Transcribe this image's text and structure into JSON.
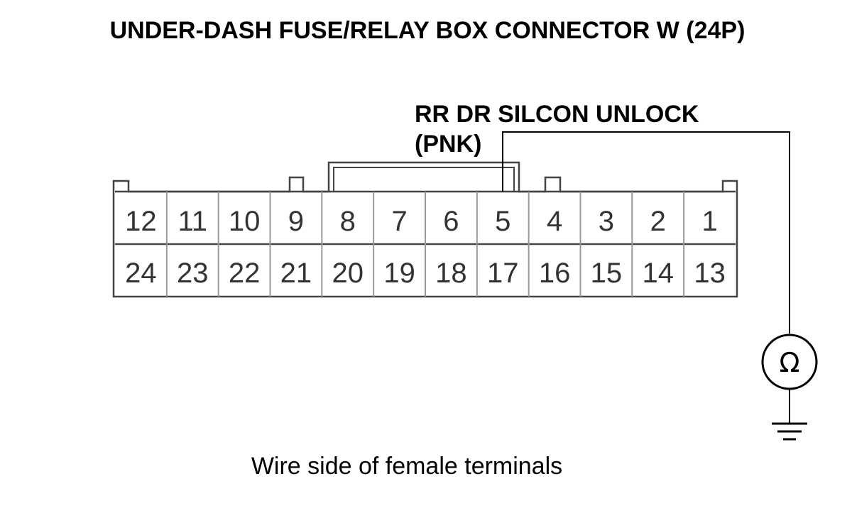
{
  "title": "UNDER-DASH FUSE/RELAY BOX CONNECTOR W (24P)",
  "wire_label": {
    "line1": "RR DR SILCON UNLOCK",
    "line2": "(PNK)"
  },
  "caption": "Wire side of female terminals",
  "meter": {
    "symbol": "Ω",
    "icon": "ohmmeter-icon"
  },
  "ground_icon": "ground-icon",
  "connector": {
    "top_row": [
      "12",
      "11",
      "10",
      "9",
      "8",
      "7",
      "6",
      "5",
      "4",
      "3",
      "2",
      "1"
    ],
    "bottom_row": [
      "24",
      "23",
      "22",
      "21",
      "20",
      "19",
      "18",
      "17",
      "16",
      "15",
      "14",
      "13"
    ],
    "probed_terminal": "5"
  }
}
